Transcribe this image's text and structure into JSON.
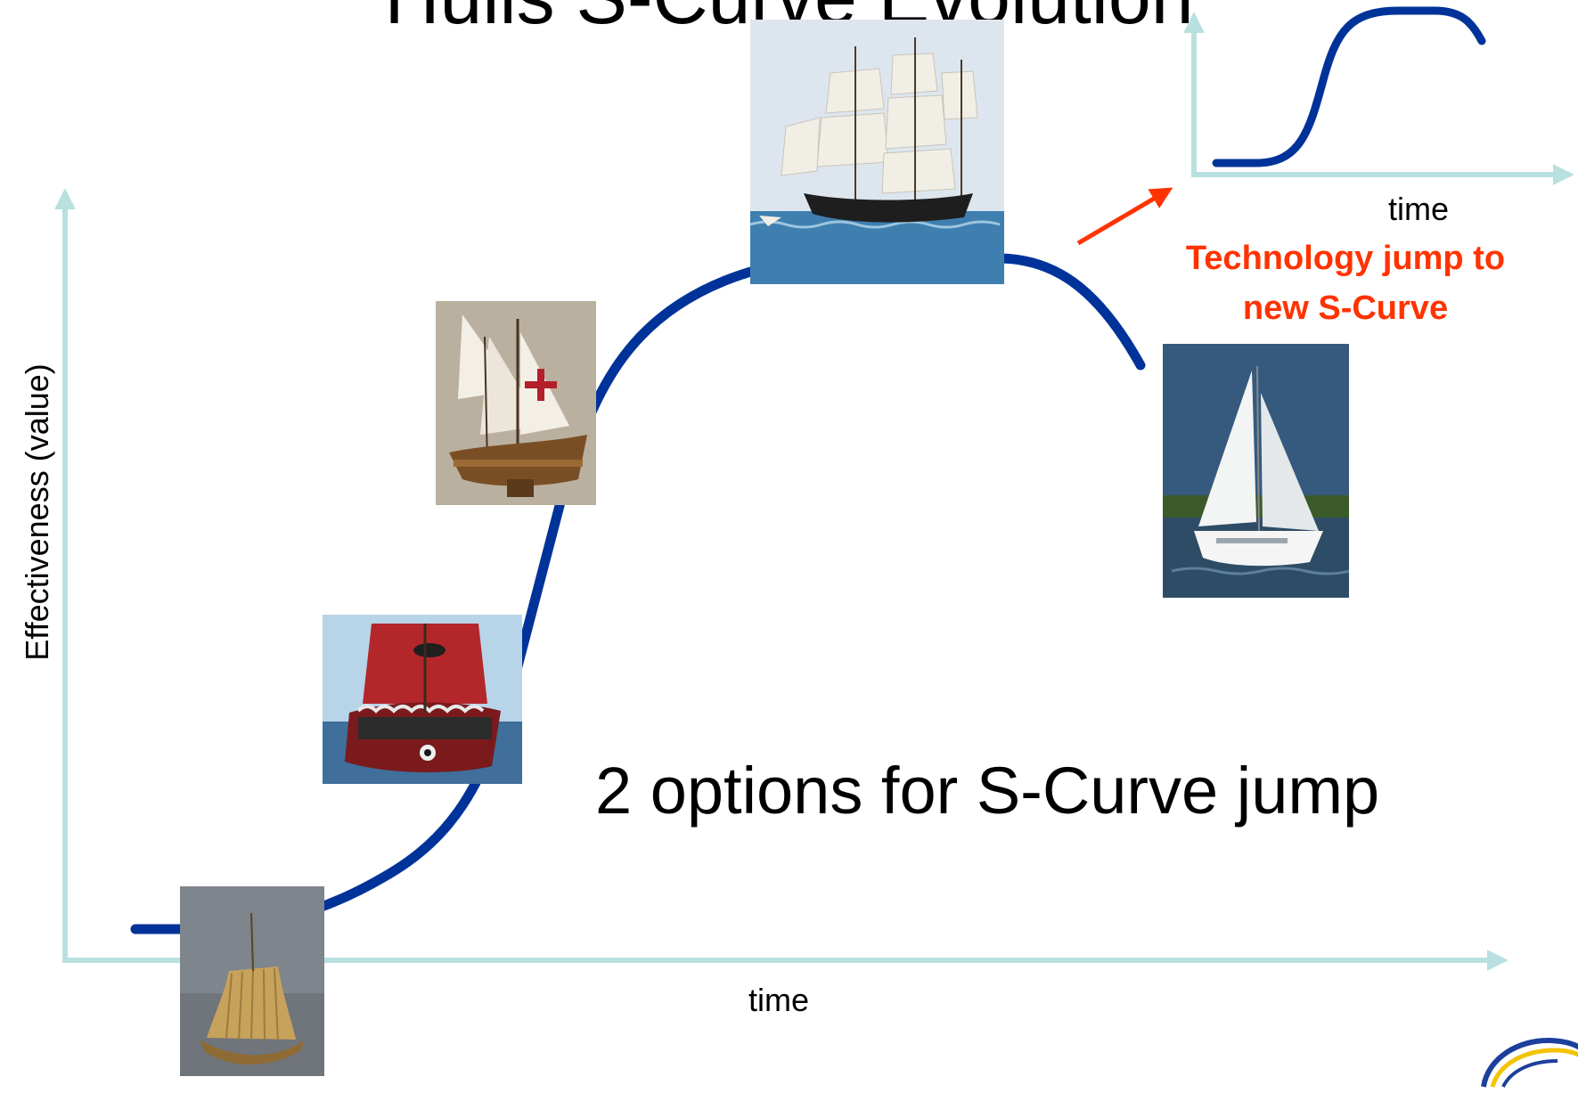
{
  "title": "Hulls S-Curve Evolution",
  "y_axis_label": "Effectiveness (value)",
  "x_axis_label": "time",
  "inset": {
    "x_axis_label": "time",
    "caption": "Technology jump to new S-Curve"
  },
  "options_text": "2 options for S-Curve jump",
  "images": [
    {
      "name": "reed-raft-image"
    },
    {
      "name": "galley-ship-image"
    },
    {
      "name": "caravel-ship-image"
    },
    {
      "name": "clipper-ship-image"
    },
    {
      "name": "sailboat-image"
    }
  ],
  "colors": {
    "curve": "#003399",
    "axis": "#b9e0e0",
    "accent": "#ff3300"
  }
}
